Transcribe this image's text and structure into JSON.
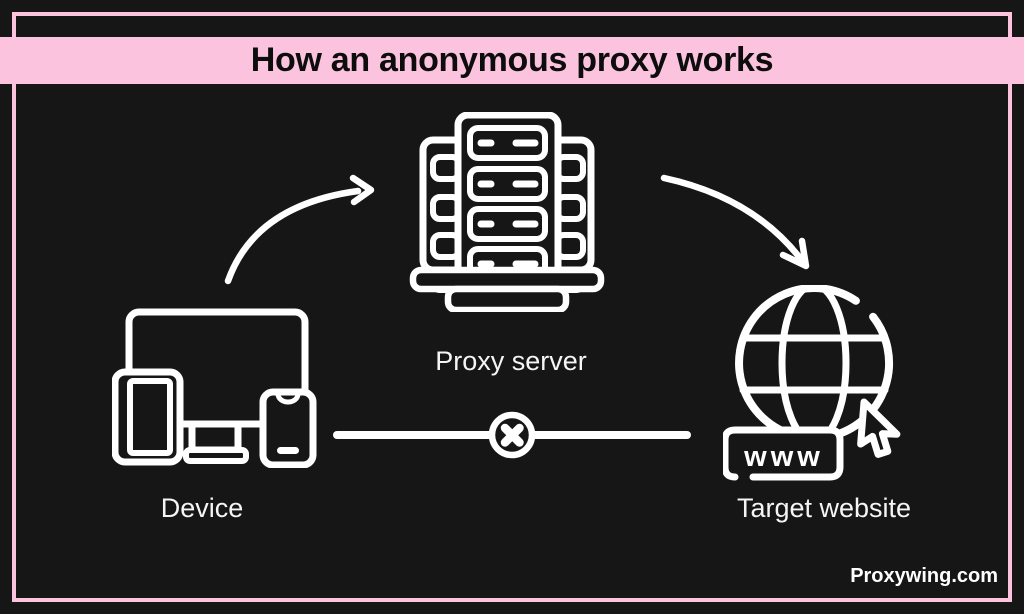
{
  "title": "How an anonymous proxy works",
  "watermark": "Proxywing.com",
  "diagram": {
    "nodes": [
      {
        "id": "device",
        "label": "Device",
        "icon": "multi-device-icon"
      },
      {
        "id": "proxy",
        "label": "Proxy server",
        "icon": "server-rack-icon"
      },
      {
        "id": "target",
        "label": "Target website",
        "icon": "globe-www-icon",
        "badge": "www"
      }
    ],
    "connections": [
      {
        "from": "device",
        "to": "proxy",
        "style": "curved-arrow",
        "blocked": false
      },
      {
        "from": "proxy",
        "to": "target",
        "style": "curved-arrow",
        "blocked": false
      },
      {
        "from": "device",
        "to": "target",
        "style": "straight-line",
        "blocked": true,
        "icon": "blocked-x-icon"
      }
    ]
  },
  "colors": {
    "background": "#161616",
    "accent_pink": "#FBC3DD",
    "stroke_white": "#FFFFFF",
    "title_ink": "#0D0D0D",
    "label_text": "#F5F5F5"
  }
}
